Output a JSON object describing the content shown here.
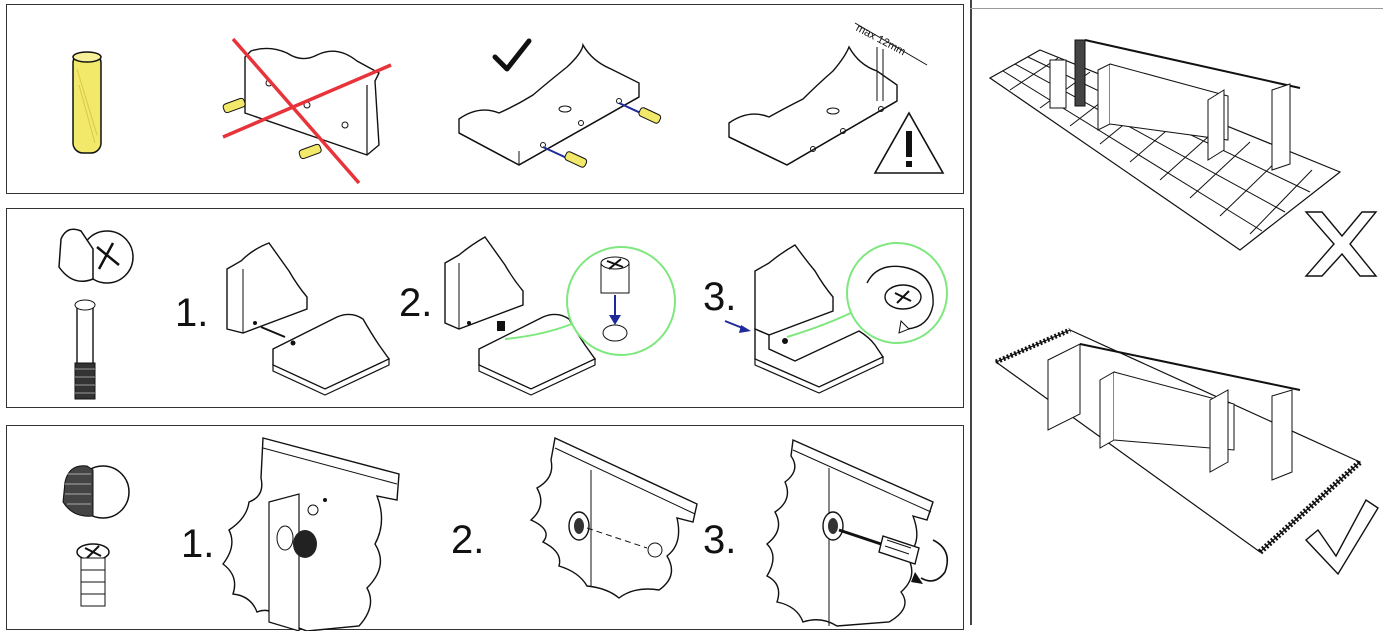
{
  "panel_1": {
    "max_depth_label": "max 12mm"
  },
  "panel_2": {
    "steps": [
      "1.",
      "2.",
      "3."
    ]
  },
  "panel_3": {
    "steps": [
      "1.",
      "2.",
      "3."
    ]
  },
  "colors": {
    "line": "#111111",
    "dowel_yellow": "#f2e86a",
    "cross_red": "#e8333a",
    "highlight_green": "#7ee87e",
    "arrow_blue": "#1e2a9a"
  },
  "icons": [
    "wooden-dowel-icon",
    "cam-lock-icon",
    "cam-bolt-icon",
    "check-icon",
    "x-mark-icon",
    "warning-triangle-icon",
    "screwdriver-icon"
  ]
}
